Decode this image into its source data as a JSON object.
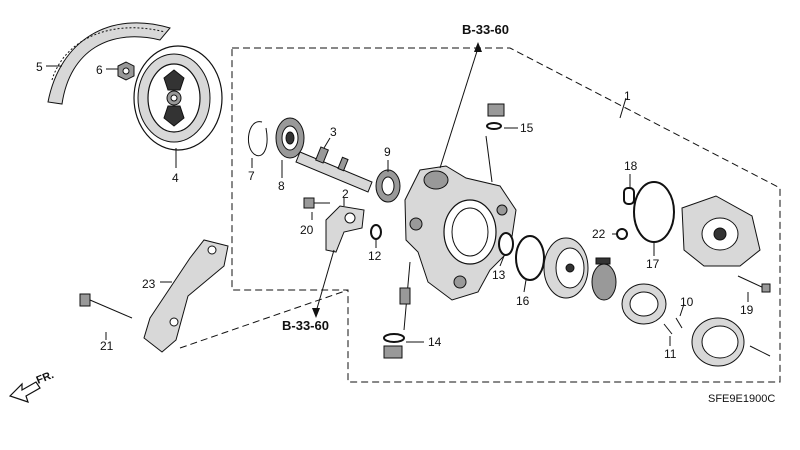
{
  "diagram": {
    "part_numbers": {
      "p1": "1",
      "p2": "2",
      "p3": "3",
      "p4": "4",
      "p5": "5",
      "p6": "6",
      "p7": "7",
      "p8": "8",
      "p9": "9",
      "p10": "10",
      "p11": "11",
      "p12": "12",
      "p13": "13",
      "p14": "14",
      "p15": "15",
      "p16": "16",
      "p17": "17",
      "p18": "18",
      "p19": "19",
      "p20": "20",
      "p21": "21",
      "p22": "22",
      "p23": "23"
    },
    "references": {
      "top": "B-33-60",
      "bottom": "B-33-60"
    },
    "front_indicator": "FR.",
    "diagram_code": "SFE9E1900C"
  }
}
